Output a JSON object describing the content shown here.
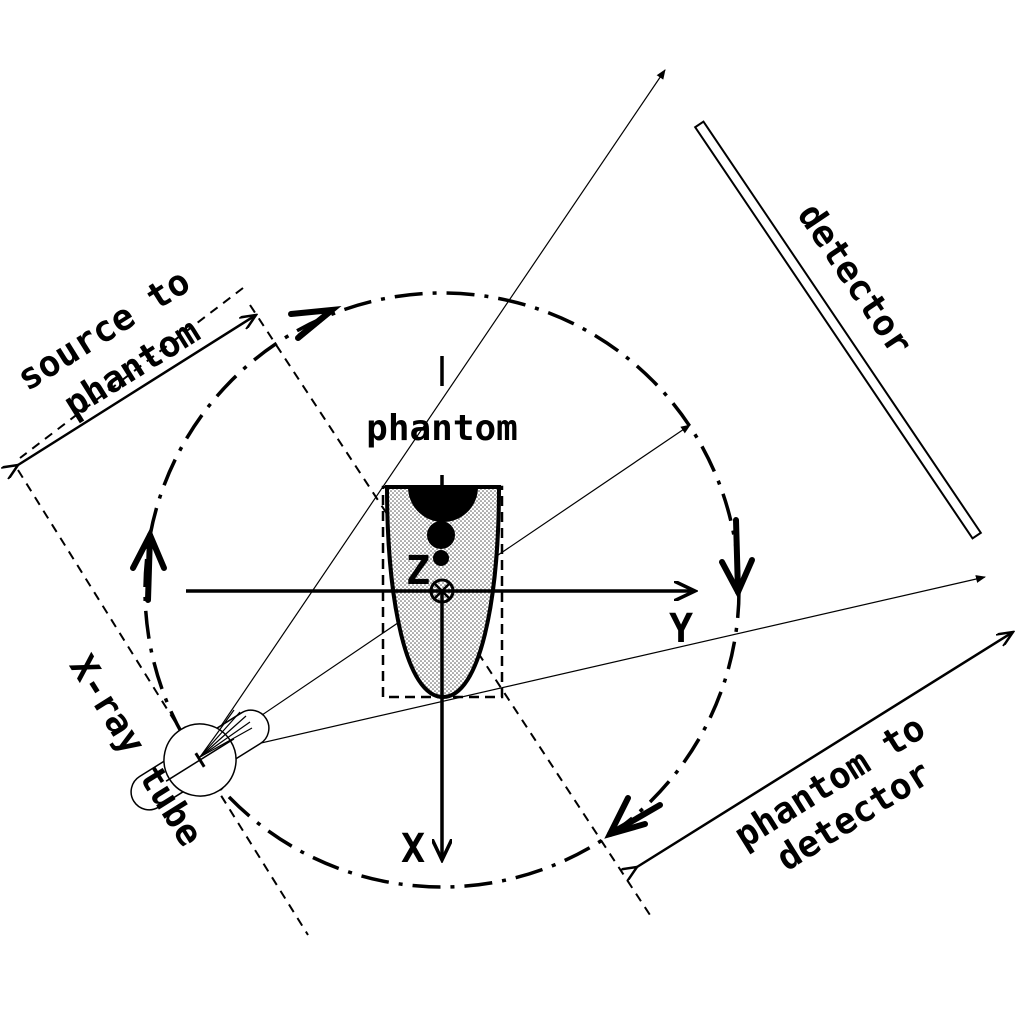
{
  "diagram": {
    "labels": {
      "phantom": "phantom",
      "detector": "detector",
      "source_to_phantom_line1": "source to",
      "source_to_phantom_line2": "phantom",
      "phantom_to_detector_line1": "phantom to",
      "phantom_to_detector_line2": "detector",
      "xray_tube": "X-ray tube",
      "axis_x": "X",
      "axis_y": "Y",
      "axis_z": "Z"
    },
    "colors": {
      "ink": "#000000",
      "phantom_fill": "#d8d8d8",
      "background": "#ffffff"
    }
  }
}
